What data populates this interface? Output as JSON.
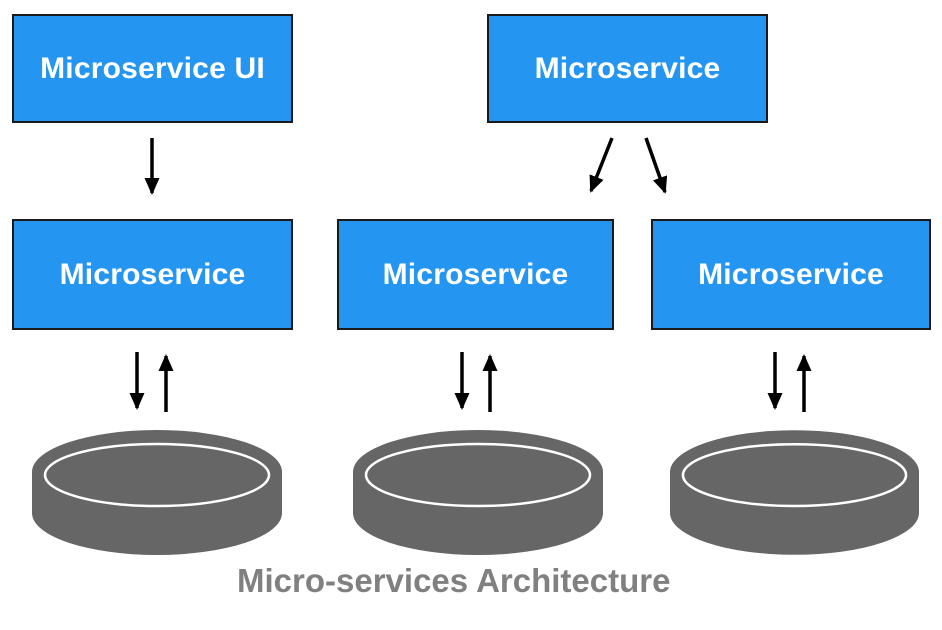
{
  "colors": {
    "background": "#FFFFFF",
    "box_fill": "#2595F2",
    "box_border": "#1A1A1A",
    "box_text": "#FFFFFF",
    "arrow": "#000000",
    "database_fill": "#666666",
    "database_ring": "#FFFFFF",
    "caption_text": "#808080"
  },
  "nodes": {
    "ui": {
      "label": "Microservice UI"
    },
    "top": {
      "label": "Microservice"
    },
    "left": {
      "label": "Microservice"
    },
    "center": {
      "label": "Microservice"
    },
    "right": {
      "label": "Microservice"
    }
  },
  "databases": [
    {
      "icon": "database-cylinder-icon",
      "position": "left"
    },
    {
      "icon": "database-cylinder-icon",
      "position": "center"
    },
    {
      "icon": "database-cylinder-icon",
      "position": "right"
    }
  ],
  "caption": "Micro-services Architecture"
}
